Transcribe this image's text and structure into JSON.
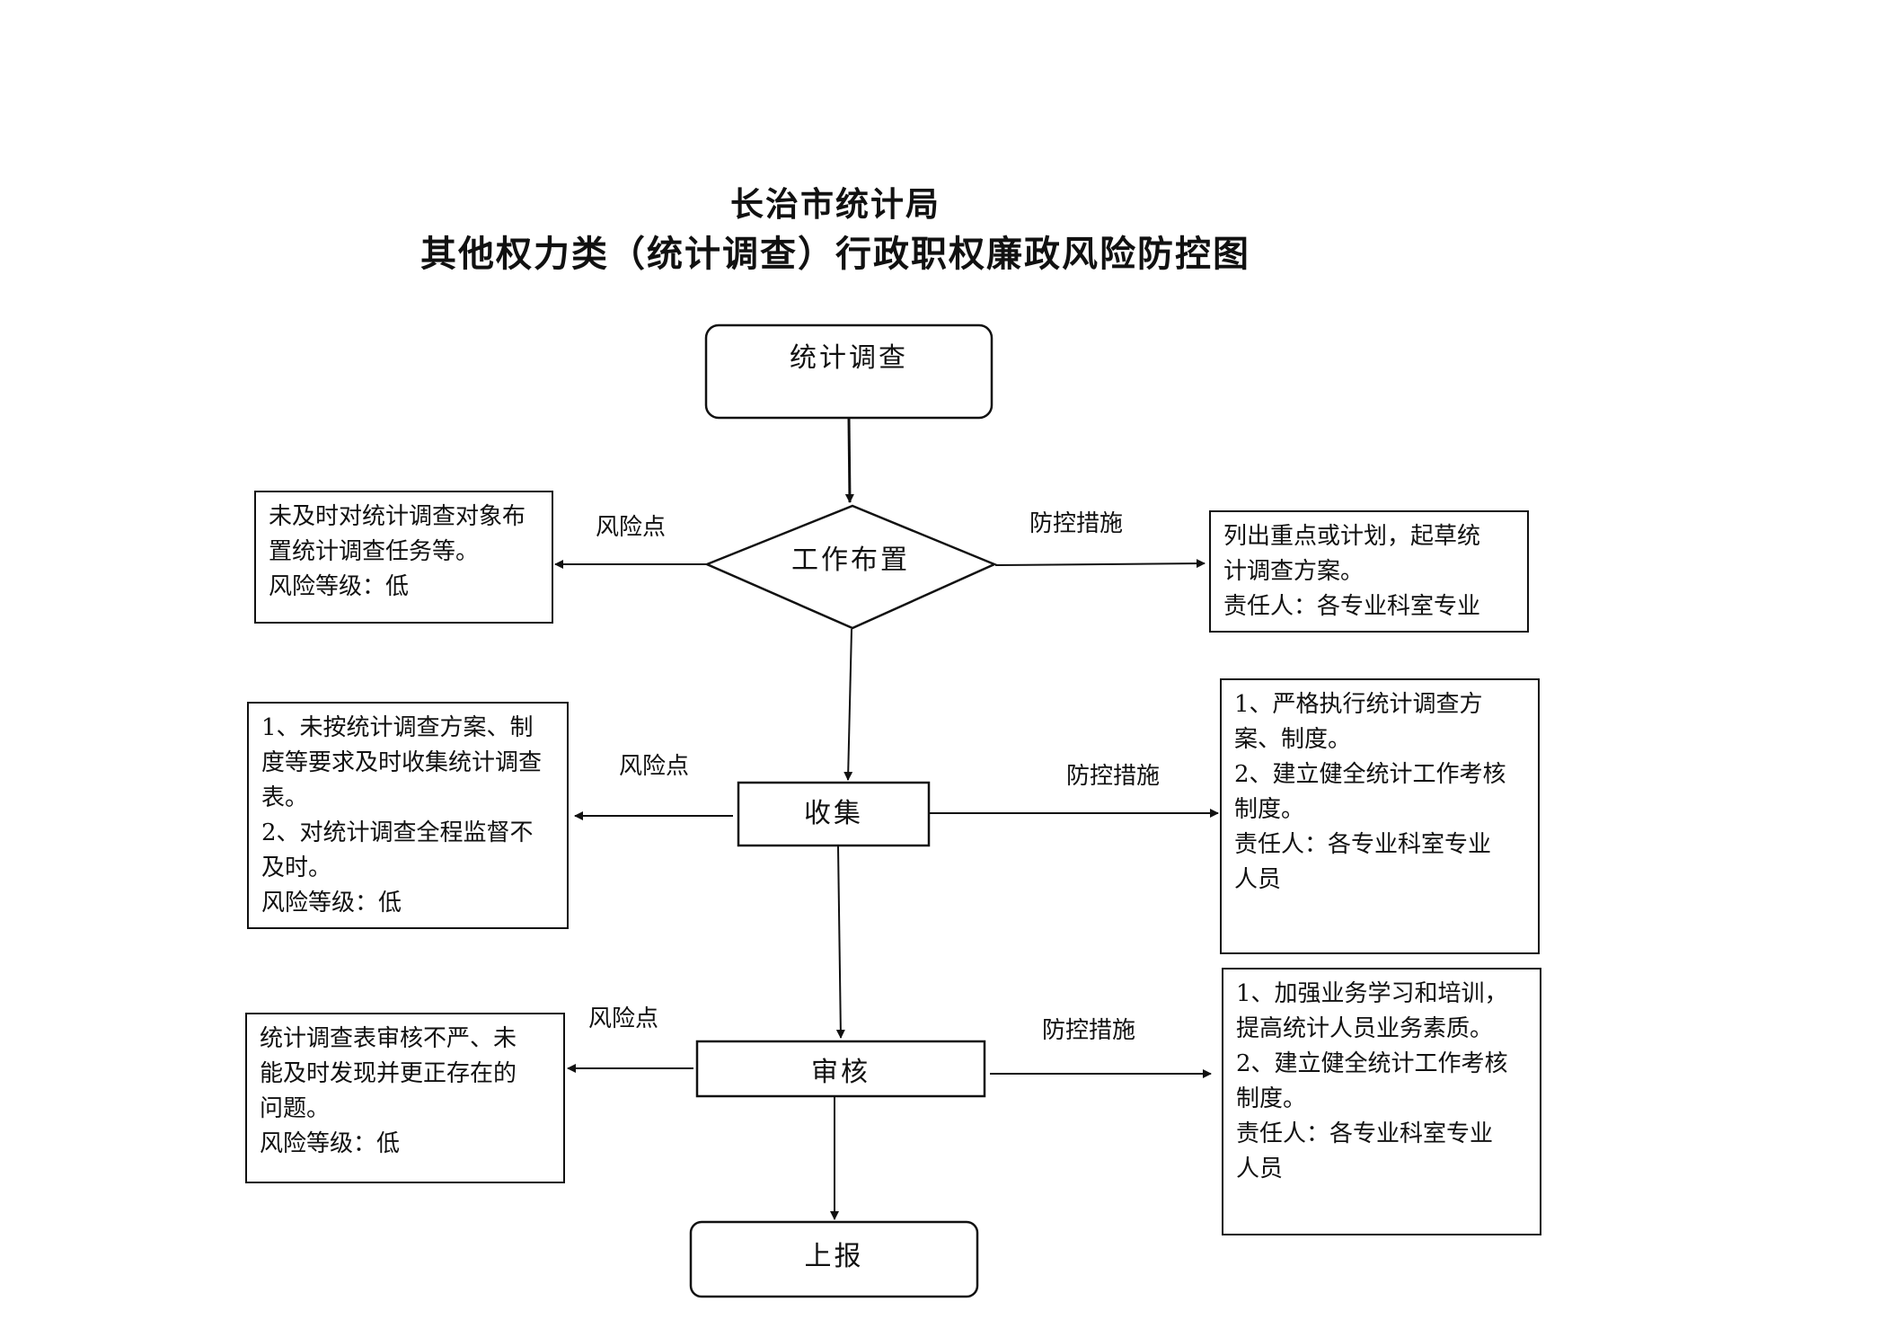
{
  "title": {
    "line1": "长治市统计局",
    "line2": "其他权力类（统计调查）行政职权廉政风险防控图"
  },
  "flow": {
    "start": "统计调查",
    "step1": "工作布置",
    "step2": "收集",
    "step3": "审核",
    "end": "上报"
  },
  "labels": {
    "risk_point": "风险点",
    "control_measure": "防控措施"
  },
  "risks": [
    {
      "lines": [
        "未及时对统计调查对象布",
        "置统计调查任务等。",
        "风险等级：低"
      ]
    },
    {
      "lines": [
        "1、未按统计调查方案、制",
        "度等要求及时收集统计调查",
        "表。",
        "2、对统计调查全程监督不",
        "及时。",
        "风险等级：低"
      ]
    },
    {
      "lines": [
        "统计调查表审核不严、未",
        "能及时发现并更正存在的",
        "问题。",
        "风险等级：低"
      ]
    }
  ],
  "measures": [
    {
      "lines": [
        "列出重点或计划，起草统",
        "计调查方案。",
        "责任人：各专业科室专业"
      ]
    },
    {
      "lines": [
        "1、严格执行统计调查方",
        "案、制度。",
        "2、建立健全统计工作考核",
        "制度。",
        "责任人：各专业科室专业",
        "人员"
      ]
    },
    {
      "lines": [
        "1、加强业务学习和培训，",
        "提高统计人员业务素质。",
        "2、建立健全统计工作考核",
        "制度。",
        "责任人：各专业科室专业",
        "人员"
      ]
    }
  ]
}
